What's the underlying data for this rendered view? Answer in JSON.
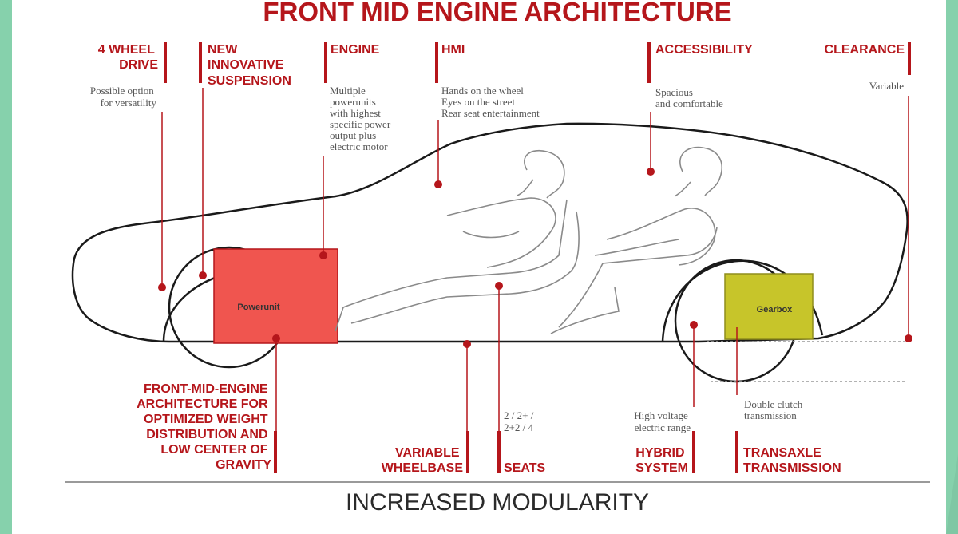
{
  "colors": {
    "accent": "#b5161b",
    "car_outline": "#1a1a1a",
    "powerunit_fill": "#f0554f",
    "gearbox_fill": "#c7c52a",
    "side_strip": "#86d1ac",
    "corner": "#7fc7a4",
    "gray_text": "#555555",
    "figure_stroke": "#8a8a8a"
  },
  "title": "FRONT MID ENGINE ARCHITECTURE",
  "top_labels": {
    "four_wheel": {
      "line1": "4 WHEEL",
      "line2": "DRIVE",
      "desc1": "Possible option",
      "desc2": "for versatility"
    },
    "suspension": {
      "line1": "NEW",
      "line2": "INNOVATIVE",
      "line3": "SUSPENSION"
    },
    "engine": {
      "line1": "ENGINE",
      "desc1": "Multiple",
      "desc2": "powerunits",
      "desc3": "with highest",
      "desc4": "specific power",
      "desc5": "output plus",
      "desc6": "electric motor"
    },
    "hmi": {
      "line1": "HMI",
      "desc1": "Hands on the wheel",
      "desc2": "Eyes on the street",
      "desc3": "Rear seat entertainment"
    },
    "accessibility": {
      "line1": "ACCESSIBILITY",
      "desc1": "Spacious",
      "desc2": "and comfortable"
    },
    "clearance": {
      "line1": "CLEARANCE",
      "desc1": "Variable"
    }
  },
  "boxes": {
    "powerunit": "Powerunit",
    "gearbox": "Gearbox"
  },
  "bottom_labels": {
    "front_mid": {
      "line1": "FRONT-MID-ENGINE",
      "line2": "ARCHITECTURE FOR",
      "line3": "OPTIMIZED WEIGHT",
      "line4": "DISTRIBUTION AND",
      "line5": "LOW CENTER OF",
      "line6": "GRAVITY"
    },
    "wheelbase": {
      "line1": "VARIABLE",
      "line2": "WHEELBASE"
    },
    "seats": {
      "line1": "SEATS",
      "desc1": "2 / 2+ /",
      "desc2": "2+2 / 4"
    },
    "hybrid": {
      "line1": "HYBRID",
      "line2": "SYSTEM",
      "desc1": "High voltage",
      "desc2": "electric range"
    },
    "transaxle": {
      "line1": "TRANSAXLE",
      "line2": "TRANSMISSION",
      "desc1": "Double clutch",
      "desc2": "transmission"
    }
  },
  "footer": "INCREASED MODULARITY"
}
